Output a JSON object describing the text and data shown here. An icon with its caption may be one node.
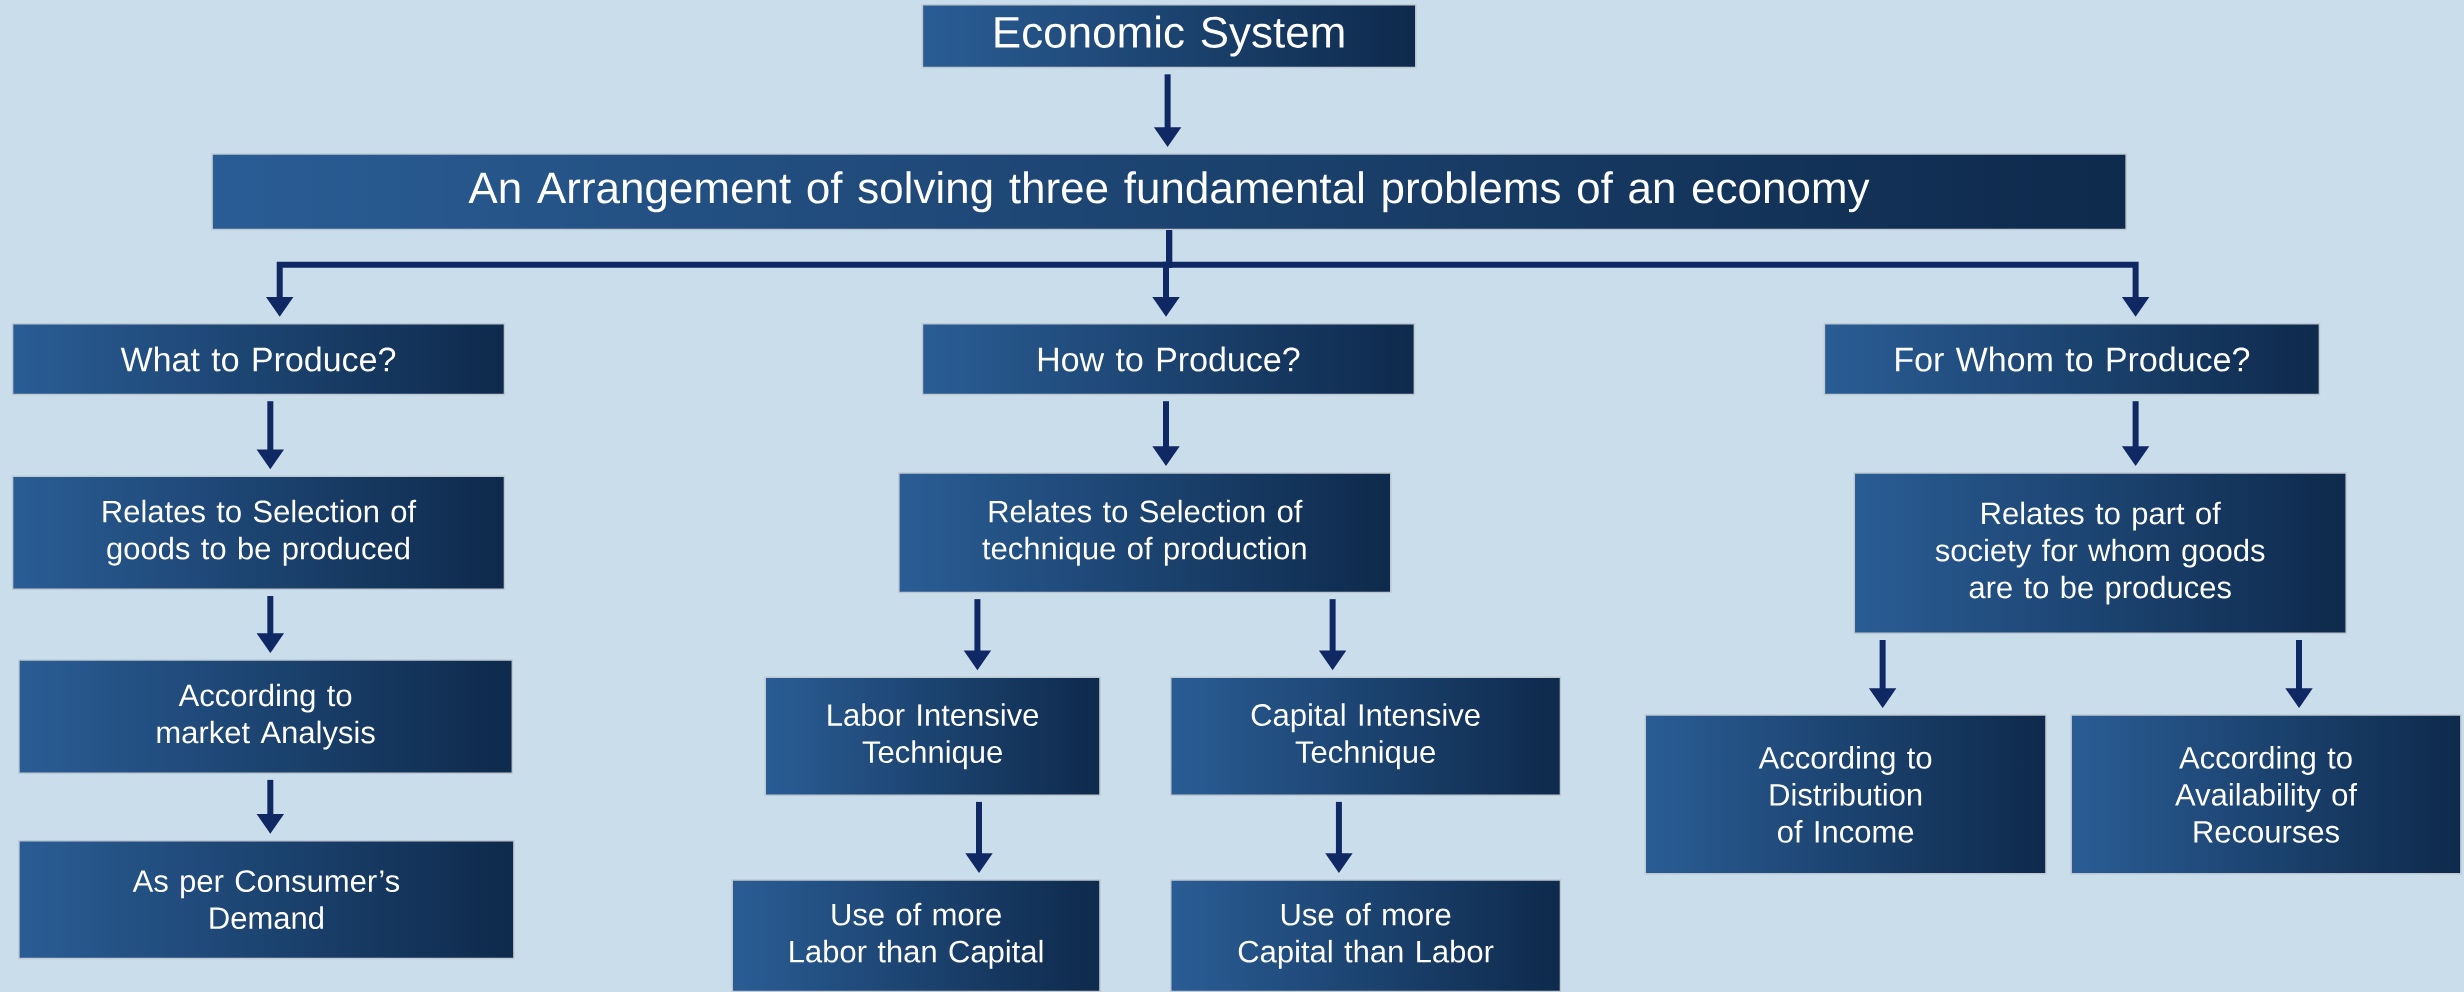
{
  "diagram": {
    "nodes": [
      {
        "text": [
          "Economic System"
        ]
      },
      {
        "text": [
          "An Arrangement of solving three fundamental problems of an economy"
        ]
      },
      {
        "text": [
          "What to Produce?"
        ]
      },
      {
        "text": [
          "How to Produce?"
        ]
      },
      {
        "text": [
          "For Whom to Produce?"
        ]
      },
      {
        "text": [
          "Relates to Selection of goods to be produced"
        ]
      },
      {
        "text": [
          "Relates to Selection of technique of production"
        ]
      },
      {
        "text": [
          "Relates to part of society for whom goods are to be produces"
        ]
      },
      {
        "text": [
          "According to market Analysis"
        ]
      },
      {
        "text": [
          "Labor Intensive Technique"
        ]
      },
      {
        "text": [
          "Capital Intensive Technique"
        ]
      },
      {
        "text": [
          "According to Distribution of Income"
        ]
      },
      {
        "text": [
          "According to Availability of Recourses"
        ]
      },
      {
        "text": [
          "As per Consumer’s Demand"
        ]
      },
      {
        "text": [
          "Use of more Labor than Capital"
        ]
      },
      {
        "text": [
          "Use of more Capital than Labor"
        ]
      }
    ],
    "edges": [
      {
        "from": 0,
        "to": 1,
        "arrow": "to"
      },
      {
        "from": 1,
        "to": 2,
        "arrow": "to"
      },
      {
        "from": 1,
        "to": 3,
        "arrow": "to"
      },
      {
        "from": 1,
        "to": 4,
        "arrow": "to"
      },
      {
        "from": 2,
        "to": 5,
        "arrow": "to"
      },
      {
        "from": 5,
        "to": 8,
        "arrow": "to"
      },
      {
        "from": 8,
        "to": 13,
        "arrow": "to"
      },
      {
        "from": 3,
        "to": 6,
        "arrow": "to"
      },
      {
        "from": 6,
        "to": 9,
        "arrow": "to"
      },
      {
        "from": 6,
        "to": 10,
        "arrow": "to"
      },
      {
        "from": 9,
        "to": 14,
        "arrow": "to"
      },
      {
        "from": 10,
        "to": 15,
        "arrow": "to"
      },
      {
        "from": 4,
        "to": 7,
        "arrow": "to"
      },
      {
        "from": 7,
        "to": 11,
        "arrow": "to"
      },
      {
        "from": 7,
        "to": 12,
        "arrow": "to"
      }
    ]
  }
}
